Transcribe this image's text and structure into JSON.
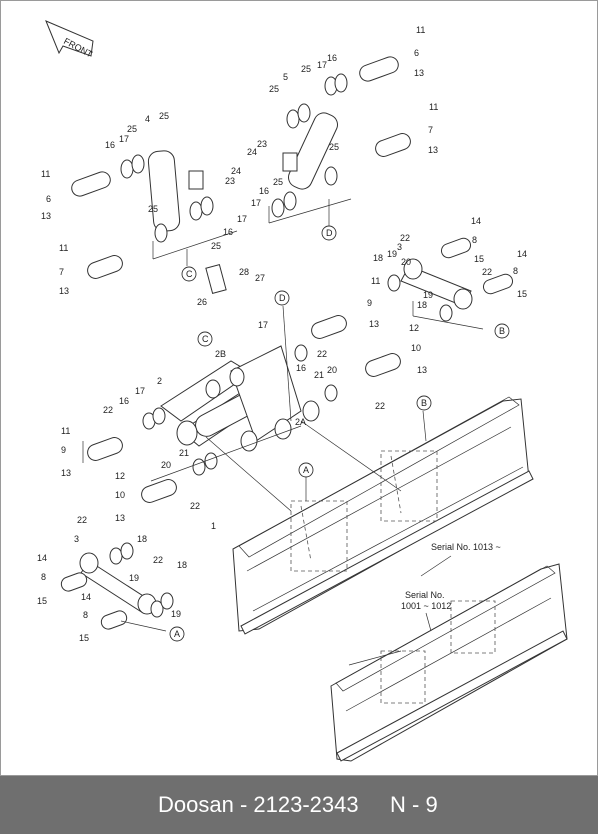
{
  "footer": {
    "brand_part": "Doosan - 2123-2343",
    "page": "N - 9"
  },
  "diagram": {
    "front_label": "FRONT",
    "serial_a": "Serial No. 1013 ~",
    "serial_b_line1": "Serial No.",
    "serial_b_line2": "1001 ~ 1012",
    "callouts": {
      "A": "A",
      "B": "B",
      "C": "C",
      "D": "D"
    },
    "labels": {
      "n1": "1",
      "n2": "2",
      "n2A": "2A",
      "n2B": "2B",
      "n3": "3",
      "n4": "4",
      "n5": "5",
      "n6": "6",
      "n7": "7",
      "n8": "8",
      "n9": "9",
      "n10": "10",
      "n11": "11",
      "n12": "12",
      "n13": "13",
      "n14": "14",
      "n15": "15",
      "n16": "16",
      "n17": "17",
      "n18": "18",
      "n19": "19",
      "n20": "20",
      "n21": "21",
      "n22": "22",
      "n23": "23",
      "n24": "24",
      "n25": "25",
      "n26": "26",
      "n27": "27",
      "n28": "28"
    }
  }
}
